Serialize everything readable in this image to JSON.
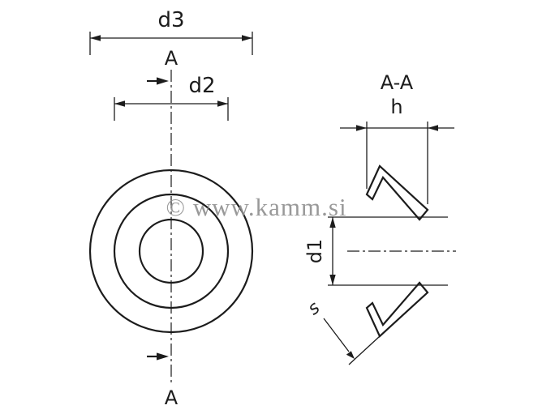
{
  "drawing": {
    "background": "#ffffff",
    "line_color": "#1c1c1c",
    "watermark": {
      "text": "© www.kamm.si",
      "color": "#8e8e8e"
    },
    "front_view": {
      "labels": {
        "d3": "d3",
        "d2": "d2",
        "section_top": "A",
        "section_bottom": "A"
      }
    },
    "section_view": {
      "labels": {
        "title": "A-A",
        "h": "h",
        "d1": "d1",
        "s": "s"
      }
    }
  }
}
